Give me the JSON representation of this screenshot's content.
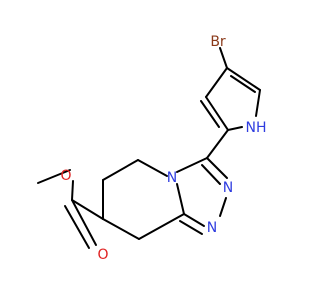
{
  "molecule": {
    "atoms": {
      "br": {
        "text": "Br",
        "color": "#8B3A1A"
      },
      "nh": {
        "text": "NH",
        "color": "#2F3DE0"
      },
      "n_ring": {
        "text": "N",
        "color": "#2F3DE0"
      },
      "n_upper": {
        "text": "N",
        "color": "#2F3DE0"
      },
      "n_lower": {
        "text": "N",
        "color": "#2F3DE0"
      },
      "o_ester": {
        "text": "O",
        "color": "#E02020"
      },
      "o_carbonyl": {
        "text": "O",
        "color": "#E02020"
      }
    },
    "bond_color": "#000000",
    "background": "#ffffff"
  }
}
